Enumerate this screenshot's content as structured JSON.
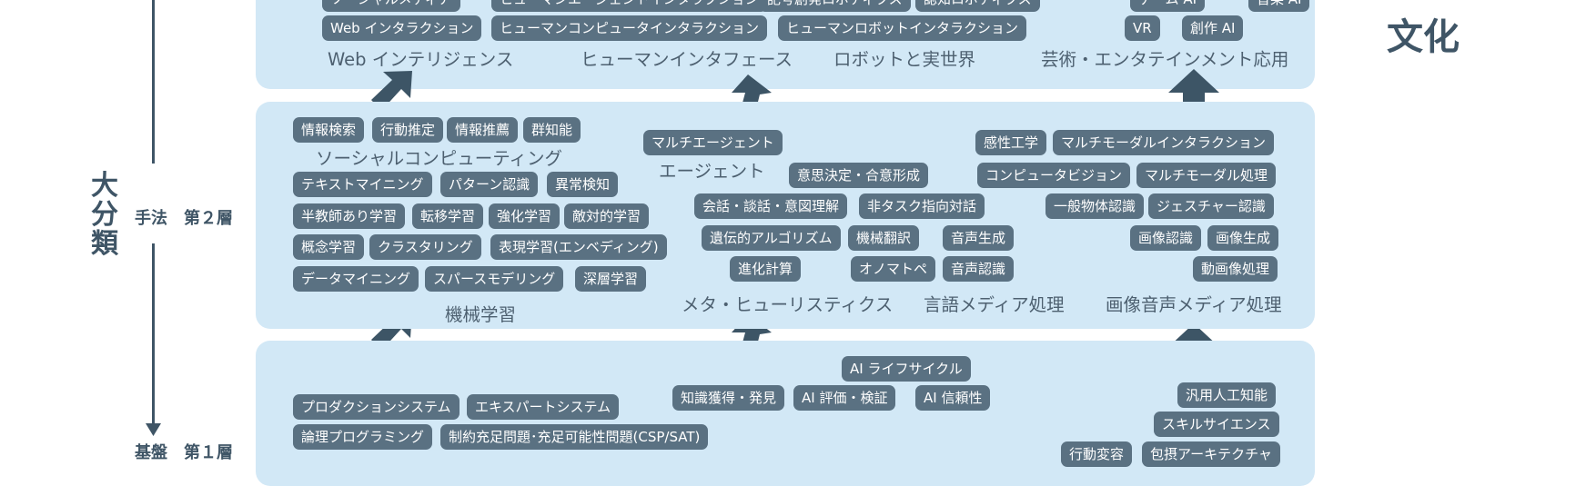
{
  "axis": {
    "major_class_chars": [
      "大",
      "分",
      "類"
    ],
    "layer2_label": "手法　第２層",
    "layer1_label": "基盤　第１層"
  },
  "culture_label": "文化",
  "top_panel": {
    "labels": {
      "web": "Web インテリジェンス",
      "hi": "ヒューマンインタフェース",
      "robot": "ロボットと実世界",
      "art": "芸術・エンタテインメント応用"
    },
    "tags": {
      "cut1": "ソーシャルメディア",
      "cut2": "ヒューマンエージェントインタラクション",
      "cut3": "記号創発ロボティクス",
      "cut4": "認知ロボティクス",
      "cut5": "ゲーム AI",
      "cut6": "音楽 AI",
      "web_interaction": "Web インタラクション",
      "hci": "ヒューマンコンピュータインタラクション",
      "hri": "ヒューマンロボットインタラクション",
      "vr": "VR",
      "creative_ai": "創作 AI"
    }
  },
  "middle_panel": {
    "labels": {
      "social": "ソーシャルコンピューティング",
      "agent": "エージェント",
      "ml": "機械学習",
      "meta": "メタ・ヒューリスティクス",
      "lang": "言語メディア処理",
      "image": "画像音声メディア処理"
    },
    "tags": {
      "info_search": "情報検索",
      "behavior": "行動推定",
      "recommend": "情報推薦",
      "swarm": "群知能",
      "multi_agent": "マルチエージェント",
      "kansei": "感性工学",
      "multimodal_interaction": "マルチモーダルインタラクション",
      "text_mining": "テキストマイニング",
      "pattern": "パターン認識",
      "anomaly": "異常検知",
      "decision": "意思決定・合意形成",
      "cv": "コンピュータビジョン",
      "multimodal_proc": "マルチモーダル処理",
      "semi": "半教師あり学習",
      "transfer": "転移学習",
      "rl": "強化学習",
      "adversarial": "敵対的学習",
      "dialogue": "会話・談話・意図理解",
      "non_task": "非タスク指向対話",
      "general_obj": "一般物体認識",
      "gesture": "ジェスチャー認識",
      "concept": "概念学習",
      "clustering": "クラスタリング",
      "representation": "表現学習(エンベディング)",
      "ga": "遺伝的アルゴリズム",
      "mt": "機械翻訳",
      "speech_gen": "音声生成",
      "img_rec": "画像認識",
      "img_gen": "画像生成",
      "data_mining": "データマイニング",
      "sparse": "スパースモデリング",
      "deep": "深層学習",
      "evo": "進化計算",
      "onomatopoeia": "オノマトペ",
      "speech_rec": "音声認識",
      "video": "動画像処理"
    }
  },
  "bottom_panel": {
    "tags": {
      "lifecycle": "AI ライフサイクル",
      "knowledge": "知識獲得・発見",
      "eval": "AI 評価・検証",
      "trust": "AI 信頼性",
      "agi": "汎用人工知能",
      "production": "プロダクションシステム",
      "expert": "エキスパートシステム",
      "skill": "スキルサイエンス",
      "logic_prog": "論理プログラミング",
      "csp": "制約充足問題･充足可能性問題(CSP/SAT)",
      "behavior_change": "行動変容",
      "fragment": "包摂アーキテクチャ"
    }
  },
  "colors": {
    "panel": "#d2e8f6",
    "tag": "#5a7182",
    "arrow": "#3d5566",
    "text": "#4d6070"
  }
}
